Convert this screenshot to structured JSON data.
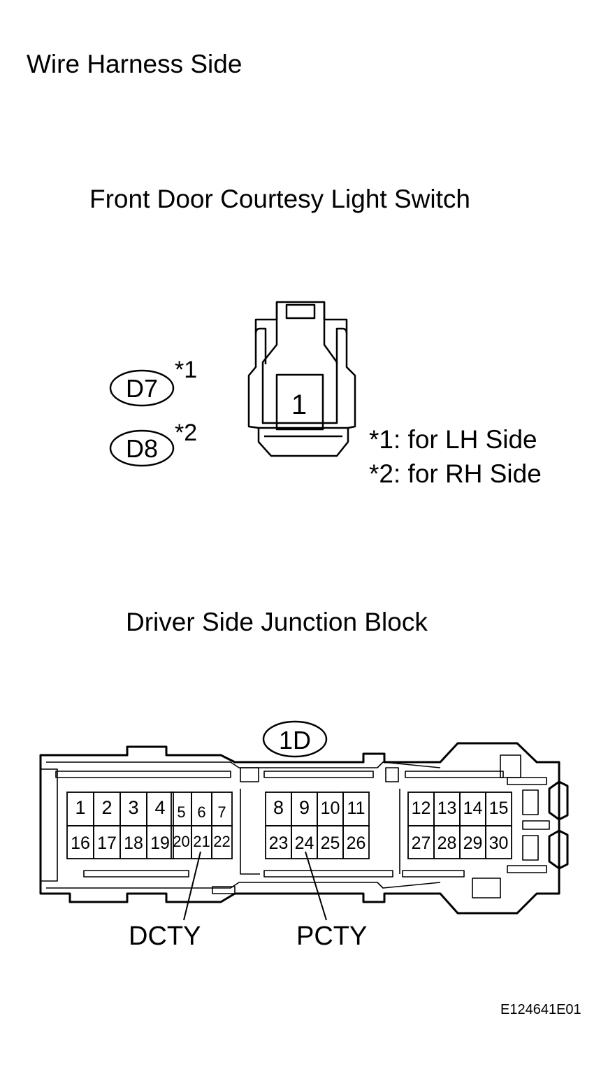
{
  "title": "Wire Harness Side",
  "switch": {
    "title": "Front Door Courtesy Light Switch",
    "pin": "1",
    "codes": [
      {
        "code": "D7",
        "note_ref": "*1"
      },
      {
        "code": "D8",
        "note_ref": "*2"
      }
    ],
    "footnotes": [
      "*1: for LH Side",
      "*2: for RH Side"
    ]
  },
  "junction_block": {
    "title": "Driver Side Junction Block",
    "code": "1D",
    "pins_top": [
      "1",
      "2",
      "3",
      "4",
      "5",
      "6",
      "7",
      "8",
      "9",
      "10",
      "11",
      "12",
      "13",
      "14",
      "15"
    ],
    "pins_bottom": [
      "16",
      "17",
      "18",
      "19",
      "20",
      "21",
      "22",
      "23",
      "24",
      "25",
      "26",
      "27",
      "28",
      "29",
      "30"
    ],
    "callouts": [
      {
        "label": "DCTY",
        "pin": "21"
      },
      {
        "label": "PCTY",
        "pin": "24"
      }
    ]
  },
  "figure_id": "E124641E01"
}
